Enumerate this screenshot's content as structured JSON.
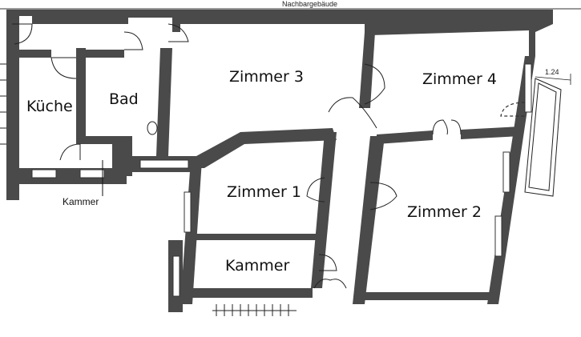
{
  "plan": {
    "neighbor_label": "Nachbargebäude",
    "dimension_label": "1.24",
    "rooms": {
      "kueche": "Küche",
      "bad": "Bad",
      "zimmer3": "Zimmer 3",
      "zimmer4": "Zimmer 4",
      "zimmer1": "Zimmer 1",
      "zimmer2": "Zimmer 2",
      "kammer_main": "Kammer",
      "kammer_small": "Kammer"
    }
  }
}
